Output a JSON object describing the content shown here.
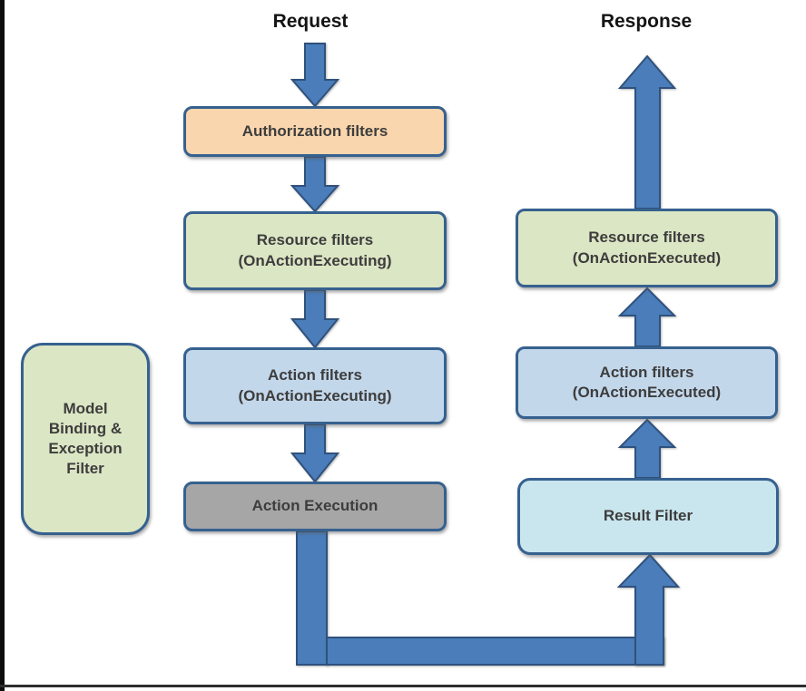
{
  "titles": {
    "request": "Request",
    "response": "Response"
  },
  "nodes": {
    "authorization": {
      "label": "Authorization filters"
    },
    "resource_executing": {
      "label": "Resource filters\n(OnActionExecuting)"
    },
    "action_executing": {
      "label": "Action filters\n(OnActionExecuting)"
    },
    "action_execution": {
      "label": "Action Execution"
    },
    "model_binding": {
      "label": "Model\nBinding &\nException\nFilter"
    },
    "resource_executed": {
      "label": "Resource filters\n(OnActionExecuted)"
    },
    "action_executed": {
      "label": "Action filters\n(OnActionExecuted)"
    },
    "result_filter": {
      "label": "Result Filter"
    }
  },
  "colors": {
    "arrow_fill": "#4a7dba",
    "arrow_stroke": "#2f517c",
    "box_border": "#36618f",
    "peach": "#fad6ae",
    "green": "#dbe6c4",
    "light_blue": "#c3d7eb",
    "gray": "#a6a6a6",
    "cyan": "#c9e5ed",
    "text_dark": "#3d3d3d",
    "title_black": "#141414",
    "frame_black": "#0d0d0d",
    "bottom_line": "#2e2e2e"
  }
}
